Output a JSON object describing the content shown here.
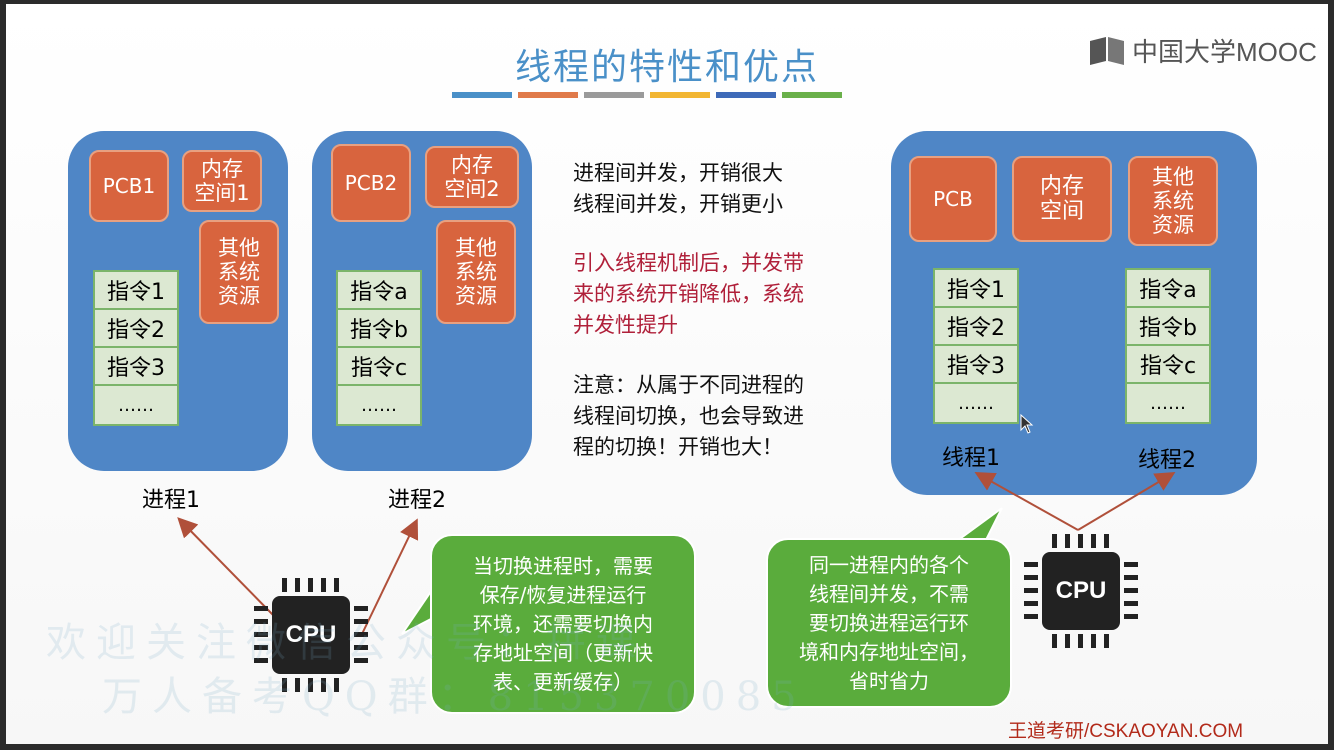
{
  "title": "线程的特性和优点",
  "title_bar_colors": [
    "#4a90c8",
    "#e07a4a",
    "#9a9a9a",
    "#f2b632",
    "#3e6ab8",
    "#6ab04a"
  ],
  "logo": {
    "text": "中国大学MOOC",
    "icon": "mooc-book-icon"
  },
  "process1": {
    "pcb": "PCB1",
    "memory": "内存\n空间1",
    "resources": "其他\n系统\n资源",
    "instructions": [
      "指令1",
      "指令2",
      "指令3",
      "……"
    ],
    "label": "进程1"
  },
  "process2": {
    "pcb": "PCB2",
    "memory": "内存\n空间2",
    "resources": "其他\n系统\n资源",
    "instructions": [
      "指令a",
      "指令b",
      "指令c",
      "……"
    ],
    "label": "进程2"
  },
  "middle_text": {
    "line1": "进程间并发，开销很大",
    "line2": "线程间并发，开销更小",
    "red": "引入线程机制后，并发带\n来的系统开销降低，系统\n并发性提升",
    "note": "注意：从属于不同进程的\n线程间切换，也会导致进\n程的切换！开销也大！"
  },
  "process3": {
    "pcb": "PCB",
    "memory": "内存\n空间",
    "resources": "其他\n系统\n资源",
    "thread1": {
      "instructions": [
        "指令1",
        "指令2",
        "指令3",
        "……"
      ],
      "label": "线程1"
    },
    "thread2": {
      "instructions": [
        "指令a",
        "指令b",
        "指令c",
        "……"
      ],
      "label": "线程2"
    }
  },
  "bubble_left": "当切换进程时，需要\n保存/恢复进程运行\n环境，还需要切换内\n存地址空间（更新快\n表、更新缓存）",
  "bubble_right": "同一进程内的各个\n线程间并发，不需\n要切换进程运行环\n境和内存地址空间，\n省时省力",
  "cpu_label": "CPU",
  "watermark": {
    "line1": "欢迎关注微信公众号：拼课",
    "line2": "万人备考QQ群：815370085"
  },
  "footer": "王道考研/CSKAOYAN.COM",
  "colors": {
    "process_bg": "#4f86c6",
    "red_box": "#d8643e",
    "instr_bg": "#dce8d2",
    "bubble": "#5aac3c",
    "title": "#4a90c8",
    "accent_red": "#b0203a",
    "arrow": "#b0503a"
  }
}
